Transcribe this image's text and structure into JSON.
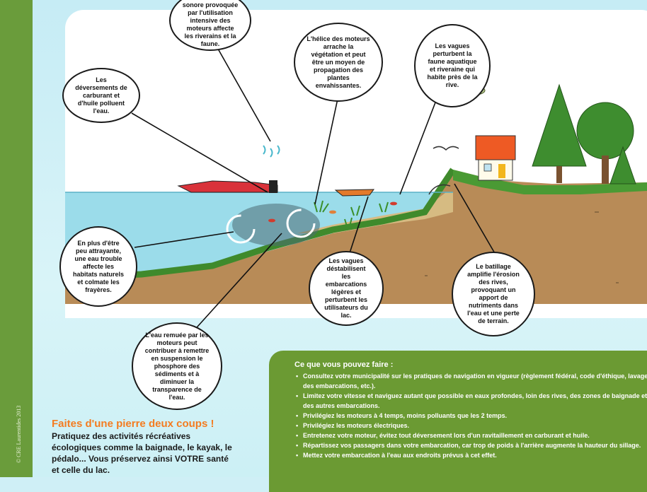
{
  "copyright": "© CRE Laurentides 2013",
  "bubbles": {
    "noise": "La nuisance sonore provoquée par l'utilisation intensive des moteurs affecte les riverains et la faune.",
    "fuel": "Les déversements de carburant et d'huile polluent l'eau.",
    "propeller": "L'hélice des moteurs arrache la végétation et peut être un moyen de propagation des plantes envahissantes.",
    "waves_fauna": "Les vagues perturbent la faune aquatique et riveraine qui habite près de la rive.",
    "turbid": "En plus d'être peu attrayante, une eau trouble affecte les habitats naturels et colmate les frayères.",
    "waves_boats": "Les vagues déstabilisent les embarcations légères et perturbent les utilisateurs du lac.",
    "batillage": "Le batillage amplifie l'érosion des rives, provoquant un apport de nutriments dans l'eau et une perte de terrain.",
    "phosphorus": "L'eau remuée par les moteurs peut contribuer à remettre en suspension le phosphore des sédiments et à diminuer la transparence de l'eau."
  },
  "tips": {
    "title": "Ce que vous pouvez faire :",
    "items": [
      "Consultez votre municipalité sur les pratiques de navigation en vigueur (règlement fédéral, code d'éthique, lavage des embarcations, etc.).",
      "Limitez votre vitesse et naviguez autant que possible en eaux profondes, loin des rives, des zones de baignade et des autres embarcations.",
      "Privilégiez les moteurs à 4 temps, moins polluants que les 2 temps.",
      "Privilégiez les moteurs électriques.",
      "Entretenez votre moteur, évitez tout déversement lors d'un ravitaillement en carburant et huile.",
      "Répartissez vos passagers dans votre embarcation, car trop de poids à l'arrière augmente la hauteur du sillage.",
      "Mettez votre embarcation à l'eau aux endroits prévus à cet effet."
    ]
  },
  "cta": {
    "title": "Faites d'une pierre deux coups !",
    "body": "Pratiquez des activités récréatives écologiques comme la baignade, le kayak, le pédalo... Vous préservez ainsi VOTRE santé et celle du lac."
  }
}
